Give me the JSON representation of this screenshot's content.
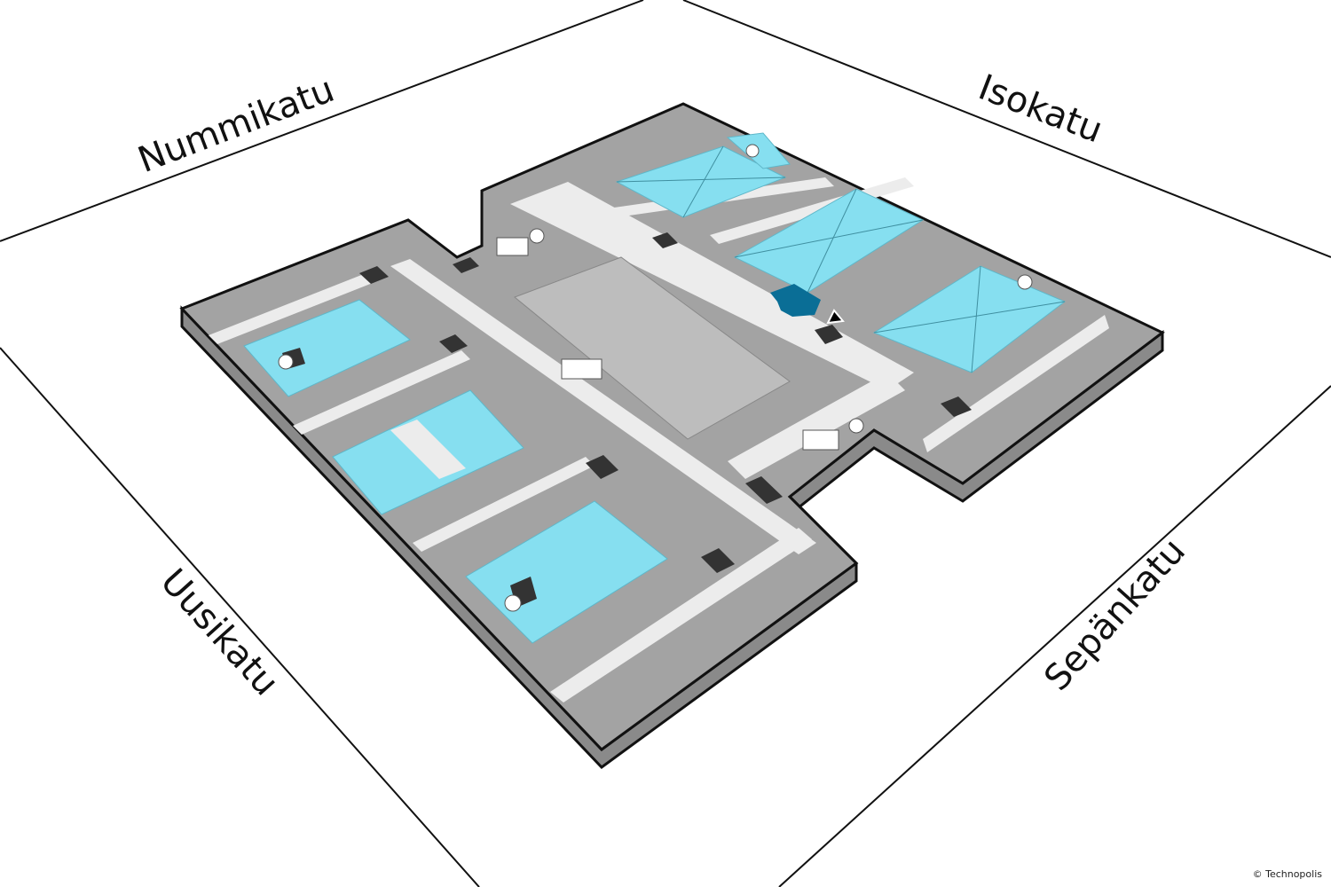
{
  "streets": {
    "north_west": "Nummikatu",
    "north_east": "Isokatu",
    "south_west": "Uusikatu",
    "south_east": "Sepänkatu"
  },
  "copyright": "© Technopolis",
  "colors": {
    "floor": "#a3a3a3",
    "corridor": "#ececec",
    "room": "#86dff0",
    "highlight": "#0a6e96",
    "atrium": "#bdbdbd",
    "wall": "#222222"
  },
  "marker": {
    "icon": "you-are-here-arrow-icon"
  }
}
